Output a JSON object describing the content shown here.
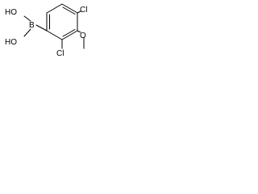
{
  "molecule": {
    "atoms": {
      "boron": "B",
      "hydroxyl_upper": "HO",
      "hydroxyl_lower": "HO",
      "chlorine_top": "Cl",
      "chlorine_bottom": "Cl",
      "methoxy_oxygen": "O"
    }
  },
  "colors": {
    "bond": "#000000",
    "label": "#000000",
    "background": "#ffffff"
  }
}
